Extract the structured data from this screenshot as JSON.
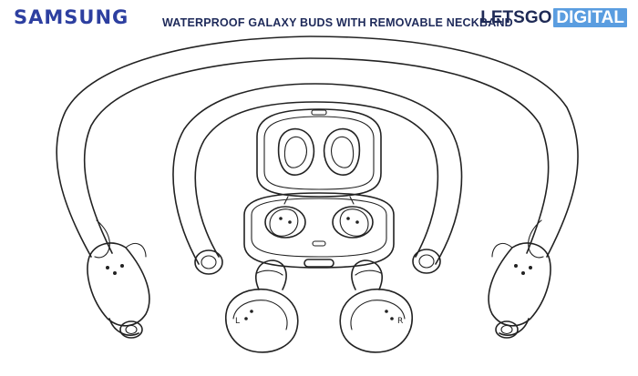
{
  "header": {
    "brand_logo": "SAMSUNG",
    "title": "WATERPROOF GALAXY BUDS WITH REMOVABLE NECKBAND",
    "watermark_part1": "LETSGO",
    "watermark_part2": "DIGITAL"
  },
  "drawing": {
    "earbud_left_mark": "L",
    "earbud_right_mark": "R"
  }
}
